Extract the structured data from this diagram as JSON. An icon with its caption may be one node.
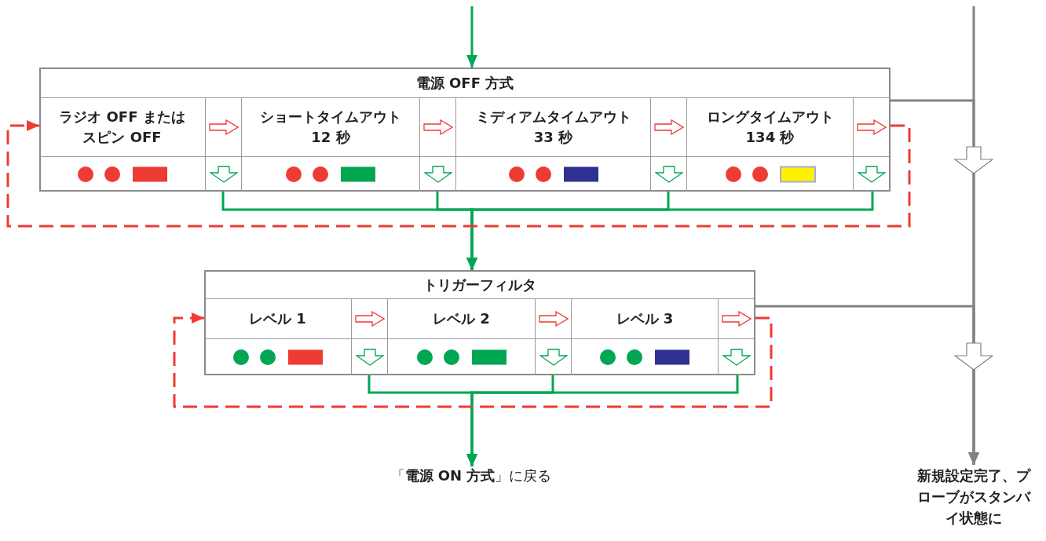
{
  "diagram": {
    "nodes": [
      {
        "text": [
          "電源 OFF 方式"
        ]
      },
      {
        "text": [
          "ラジオ OFF または",
          "スピン OFF"
        ],
        "in": 0
      },
      {
        "text": [
          "ショートタイムアウト",
          "12 秒"
        ],
        "in": 0
      },
      {
        "text": [
          "ミディアムタイムアウト",
          "33 秒"
        ],
        "in": 0
      },
      {
        "text": [
          "ロングタイムアウト",
          "134 秒"
        ],
        "in": 0
      },
      {
        "text": [
          "トリガーフィルタ"
        ]
      },
      {
        "text": [
          "レベル 1"
        ],
        "in": 5
      },
      {
        "text": [
          "レベル 2"
        ],
        "in": 5
      },
      {
        "text": [
          "レベル 3"
        ],
        "in": 5
      },
      {
        "text": [
          "「**電源 ON 方式**」に戻る"
        ]
      },
      {
        "text": [
          "新規設定完了、プローブがスタンバイ状態に"
        ]
      }
    ],
    "edges": [
      {
        "from": null,
        "to": 0,
        "arrow": "to"
      },
      {
        "from": 1,
        "to": 5,
        "arrow": "to"
      },
      {
        "from": 2,
        "to": 5,
        "arrow": "to"
      },
      {
        "from": 3,
        "to": 5,
        "arrow": "to"
      },
      {
        "from": 4,
        "to": 5,
        "arrow": "to"
      },
      {
        "from": 4,
        "to": 1,
        "arrow": "to",
        "style": "dashed",
        "color": "#ee3b33"
      },
      {
        "from": 6,
        "to": 9,
        "arrow": "to"
      },
      {
        "from": 7,
        "to": 9,
        "arrow": "to"
      },
      {
        "from": 8,
        "to": 9,
        "arrow": "to"
      },
      {
        "from": 8,
        "to": 6,
        "arrow": "to",
        "style": "dashed",
        "color": "#ee3b33"
      },
      {
        "from": null,
        "to": 10,
        "arrow": "to",
        "color": "#808285"
      },
      {
        "from": 0,
        "to": 10,
        "arrow": "to",
        "color": "#808285"
      },
      {
        "from": 5,
        "to": 10,
        "arrow": "to",
        "color": "#808285"
      }
    ]
  }
}
